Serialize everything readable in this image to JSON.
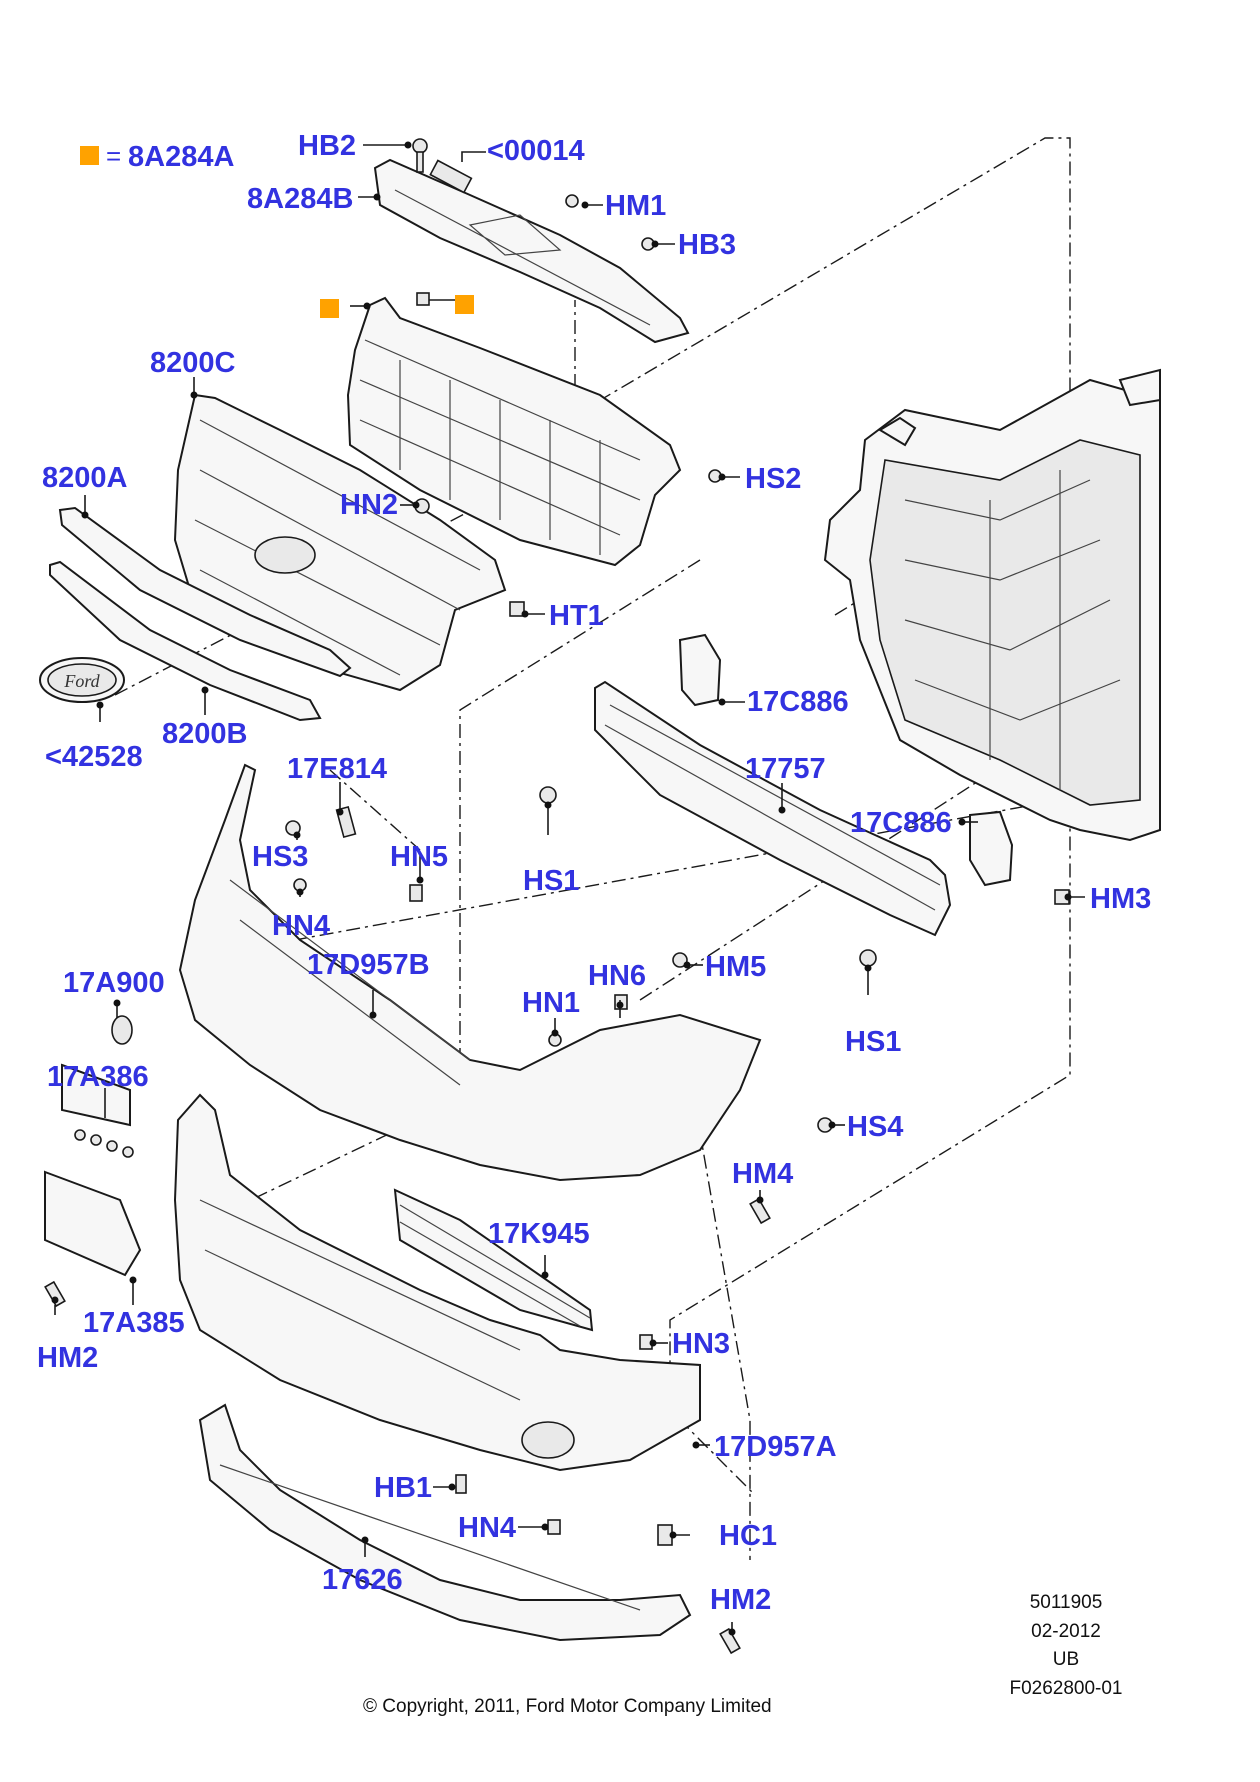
{
  "legend": {
    "symbol_color": "#ffa200",
    "equals": "=",
    "part": "8A284A"
  },
  "labels": {
    "hb2": "HB2",
    "n00014": "<00014",
    "a8a284b": "8A284B",
    "hm1": "HM1",
    "hb3": "HB3",
    "c8200c": "8200C",
    "a8200a": "8200A",
    "hn2": "HN2",
    "hs2": "HS2",
    "ht1": "HT1",
    "n42528": "<42528",
    "b8200b": "8200B",
    "c17c886a": "17C886",
    "e17e814": "17E814",
    "n17757": "17757",
    "hs3": "HS3",
    "hn5": "HN5",
    "hs1a": "HS1",
    "c17c886b": "17C886",
    "hm3": "HM3",
    "hn4a": "HN4",
    "d17d957b": "17D957B",
    "hm5": "HM5",
    "a17a900": "17A900",
    "hn6": "HN6",
    "hn1": "HN1",
    "hs1b": "HS1",
    "a17a386": "17A386",
    "hs4": "HS4",
    "hm4": "HM4",
    "k17k945": "17K945",
    "a17a385": "17A385",
    "hm2a": "HM2",
    "hn3": "HN3",
    "d17d957a": "17D957A",
    "hb1": "HB1",
    "hn4b": "HN4",
    "hc1": "HC1",
    "n17626": "17626",
    "hm2b": "HM2"
  },
  "meta": {
    "number": "5011905",
    "date": "02-2012",
    "code": "UB",
    "figure": "F0262800-01"
  },
  "copyright": "© Copyright, 2011, Ford Motor Company Limited",
  "emblem_text": "Ford"
}
